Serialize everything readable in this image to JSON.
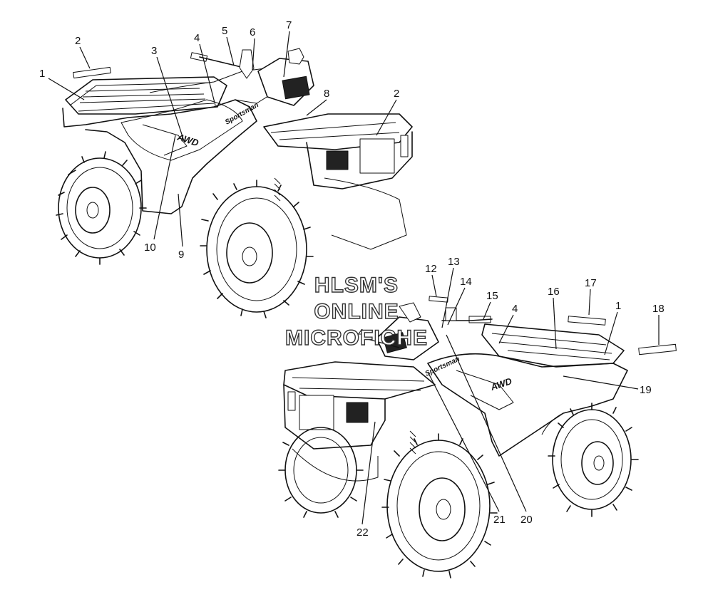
{
  "watermark": {
    "line1": "HLSM'S",
    "line2": "ONLINE",
    "line3": "MICROFICHE"
  },
  "decals": {
    "logo_text": "AWD",
    "brand_text": "Sportsman"
  },
  "callouts": [
    {
      "id": "c1a",
      "label": "1"
    },
    {
      "id": "c2a",
      "label": "2"
    },
    {
      "id": "c3",
      "label": "3"
    },
    {
      "id": "c4a",
      "label": "4"
    },
    {
      "id": "c5",
      "label": "5"
    },
    {
      "id": "c6",
      "label": "6"
    },
    {
      "id": "c7",
      "label": "7"
    },
    {
      "id": "c8",
      "label": "8"
    },
    {
      "id": "c2b",
      "label": "2"
    },
    {
      "id": "c10",
      "label": "10"
    },
    {
      "id": "c9",
      "label": "9"
    },
    {
      "id": "c12",
      "label": "12"
    },
    {
      "id": "c13",
      "label": "13"
    },
    {
      "id": "c14",
      "label": "14"
    },
    {
      "id": "c15",
      "label": "15"
    },
    {
      "id": "c4b",
      "label": "4"
    },
    {
      "id": "c4c",
      "label": "4"
    },
    {
      "id": "c16",
      "label": "16"
    },
    {
      "id": "c17",
      "label": "17"
    },
    {
      "id": "c1b",
      "label": "1"
    },
    {
      "id": "c18",
      "label": "18"
    },
    {
      "id": "c19",
      "label": "19"
    },
    {
      "id": "c21",
      "label": "21"
    },
    {
      "id": "c20",
      "label": "20"
    },
    {
      "id": "c22",
      "label": "22"
    }
  ]
}
